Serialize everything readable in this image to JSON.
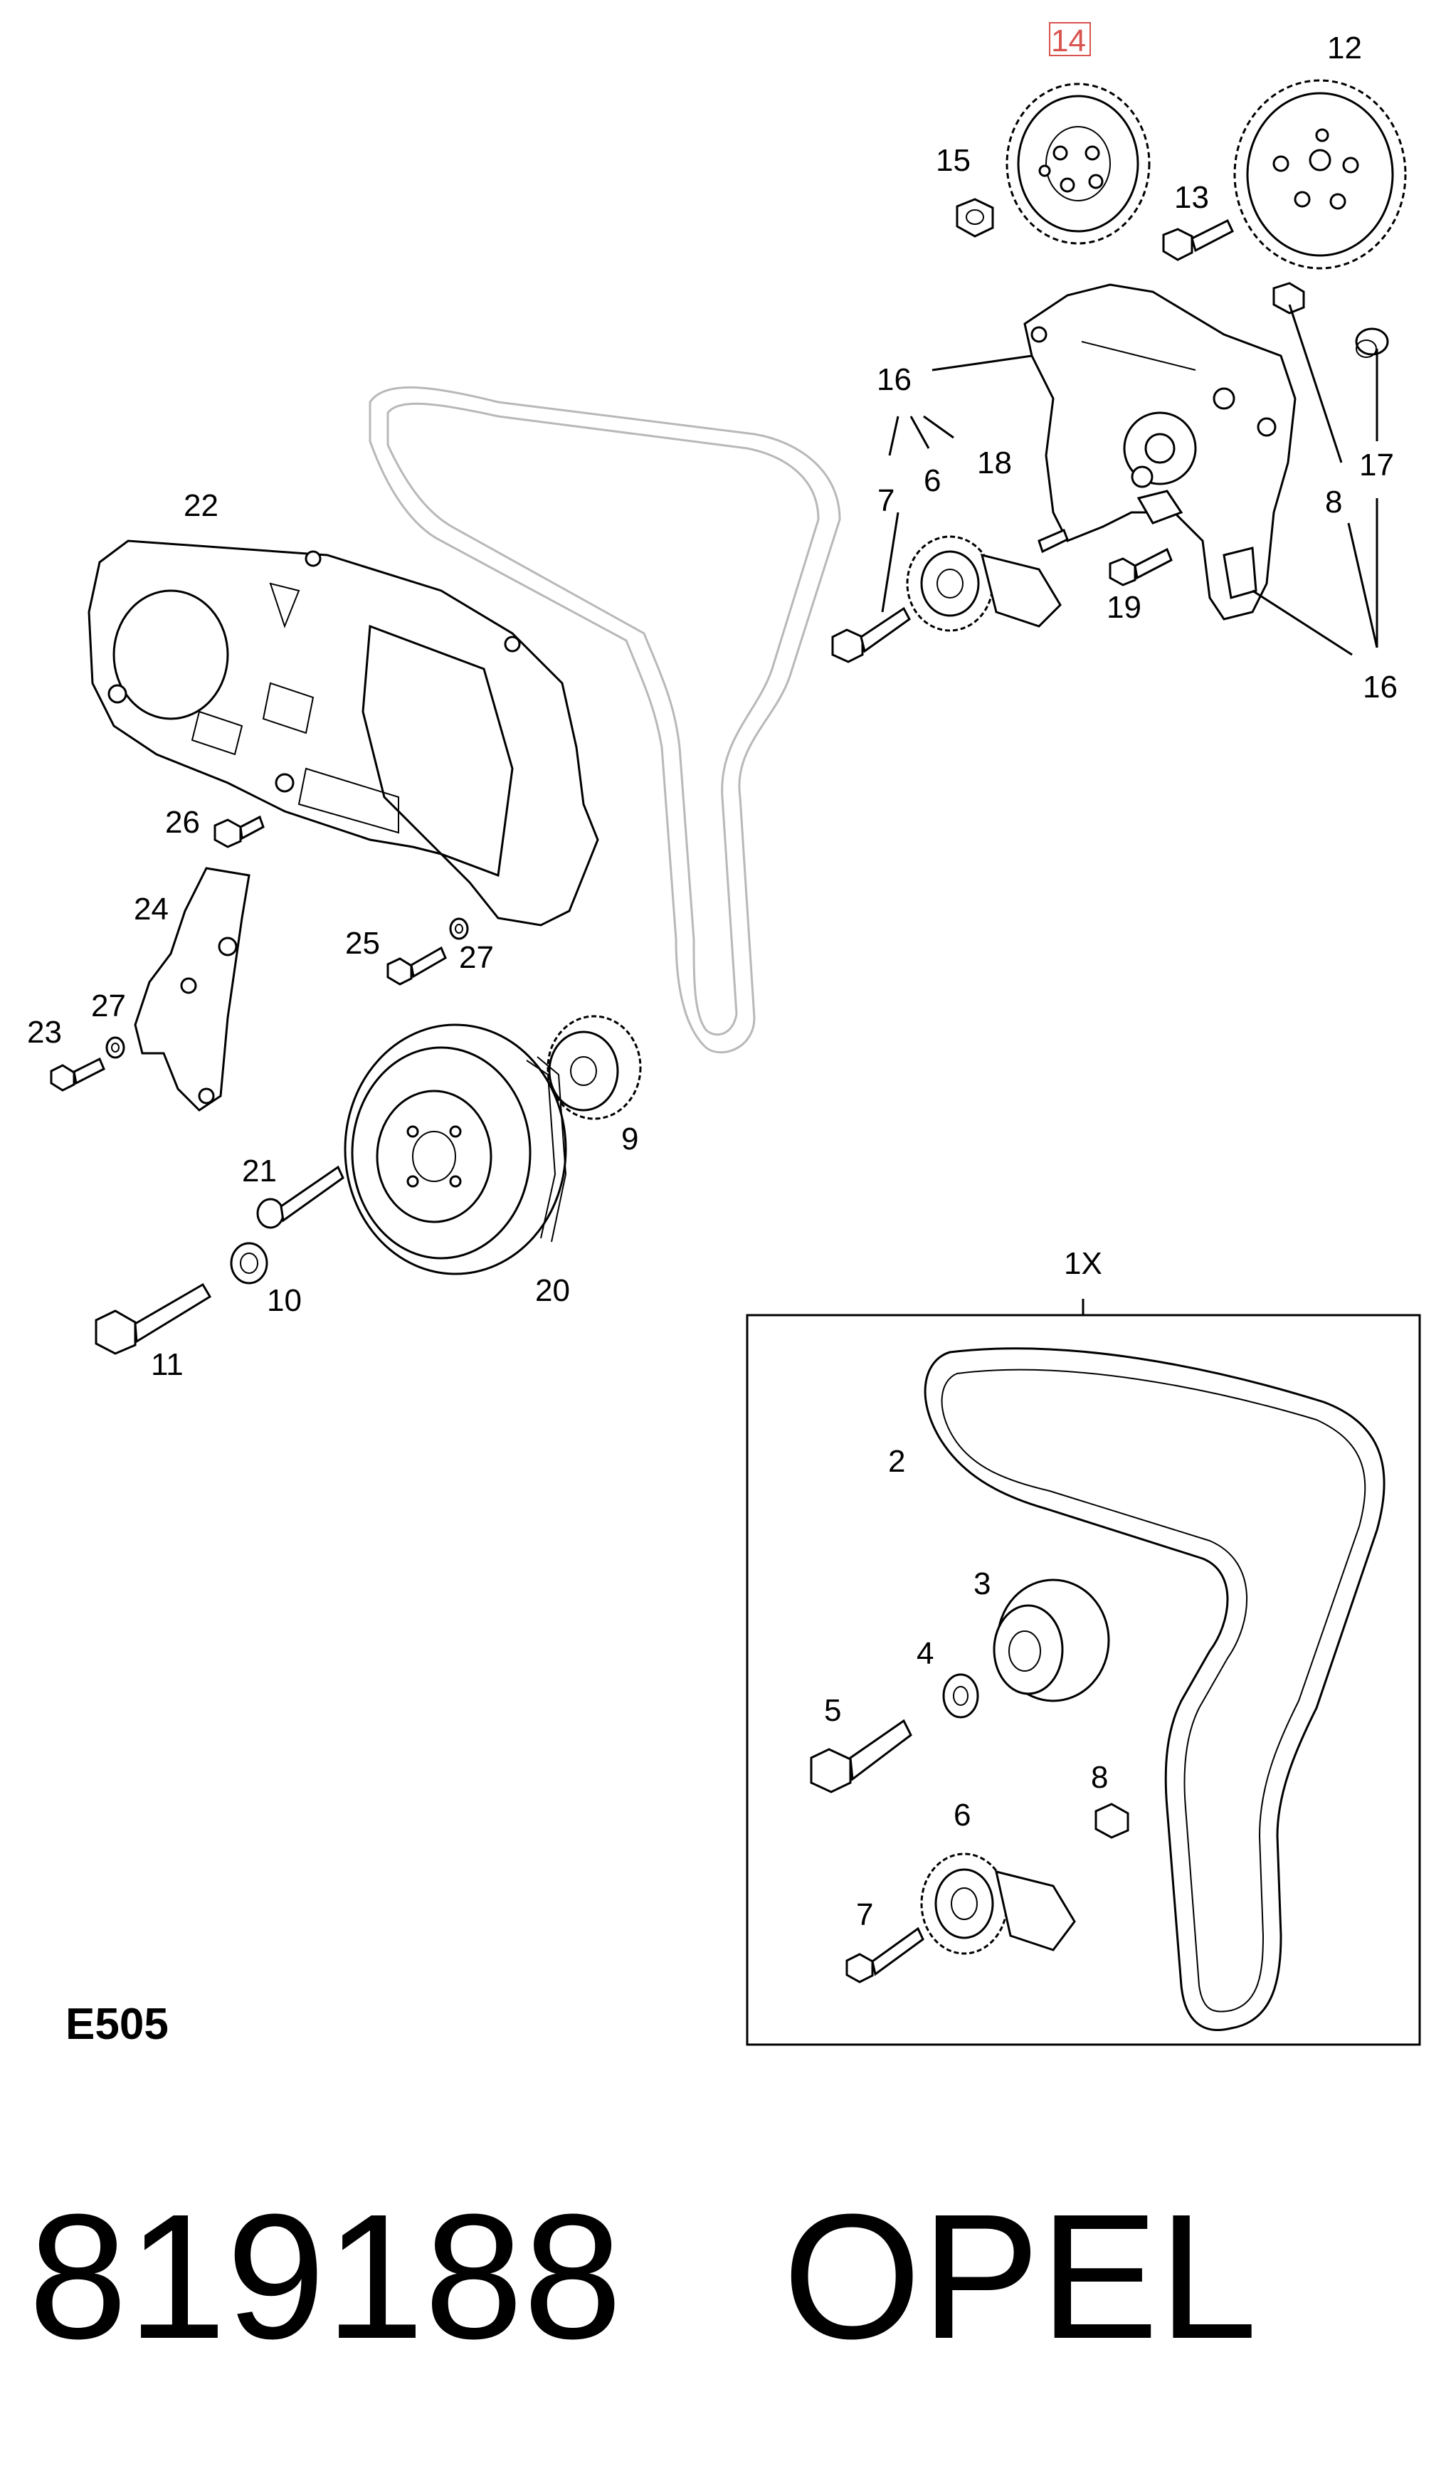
{
  "diagram": {
    "code": "E505",
    "part_number": "819188",
    "brand": "OPEL",
    "kit_label": "1X",
    "highlight_color": "#d9534f",
    "callouts": {
      "c14": "14",
      "c12": "12",
      "c15": "15",
      "c13": "13",
      "c16a": "16",
      "c16b": "16",
      "c17": "17",
      "c8a": "8",
      "c18": "18",
      "c7a": "7",
      "c6a": "6",
      "c19": "19",
      "c22": "22",
      "c26": "26",
      "c24": "24",
      "c25": "25",
      "c27a": "27",
      "c27b": "27",
      "c23": "23",
      "c9": "9",
      "c21": "21",
      "c20": "20",
      "c10": "10",
      "c11": "11",
      "c2": "2",
      "c3": "3",
      "c4": "4",
      "c5": "5",
      "c8b": "8",
      "c6b": "6",
      "c7b": "7"
    }
  }
}
